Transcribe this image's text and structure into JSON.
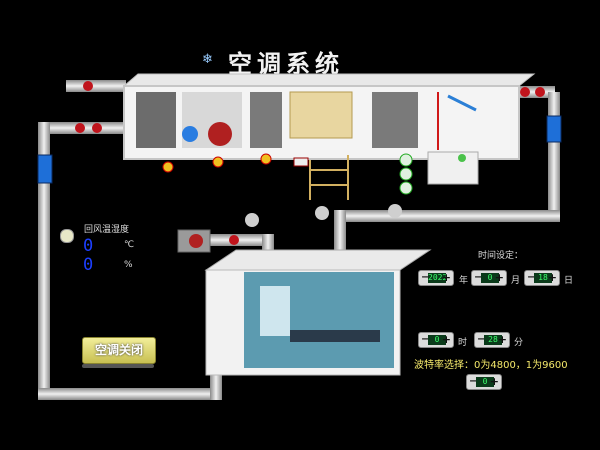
{
  "header": {
    "title": "空调系统",
    "title_icon": "snowflake-icon"
  },
  "return_air": {
    "label": "回风温湿度",
    "temp_value": "0",
    "temp_unit": "℃",
    "hum_value": "0",
    "hum_unit": "%"
  },
  "time_setting": {
    "label": "时间设定：",
    "year": {
      "value": "2022",
      "unit": "年"
    },
    "month": {
      "value": "0",
      "unit": "月"
    },
    "day": {
      "value": "18",
      "unit": "日"
    },
    "hour": {
      "value": "0",
      "unit": "时"
    },
    "minute": {
      "value": "28",
      "unit": "分"
    }
  },
  "baud": {
    "label": "波特率选择：",
    "options": "0为4800，1为9600",
    "value": "0"
  },
  "control": {
    "ac_off_label": "空调关闭"
  },
  "colors": {
    "background": "#000000",
    "lcd_green": "#3cff6c",
    "accent_blue": "#1c3fff",
    "pipe": "#c8c8c8"
  }
}
